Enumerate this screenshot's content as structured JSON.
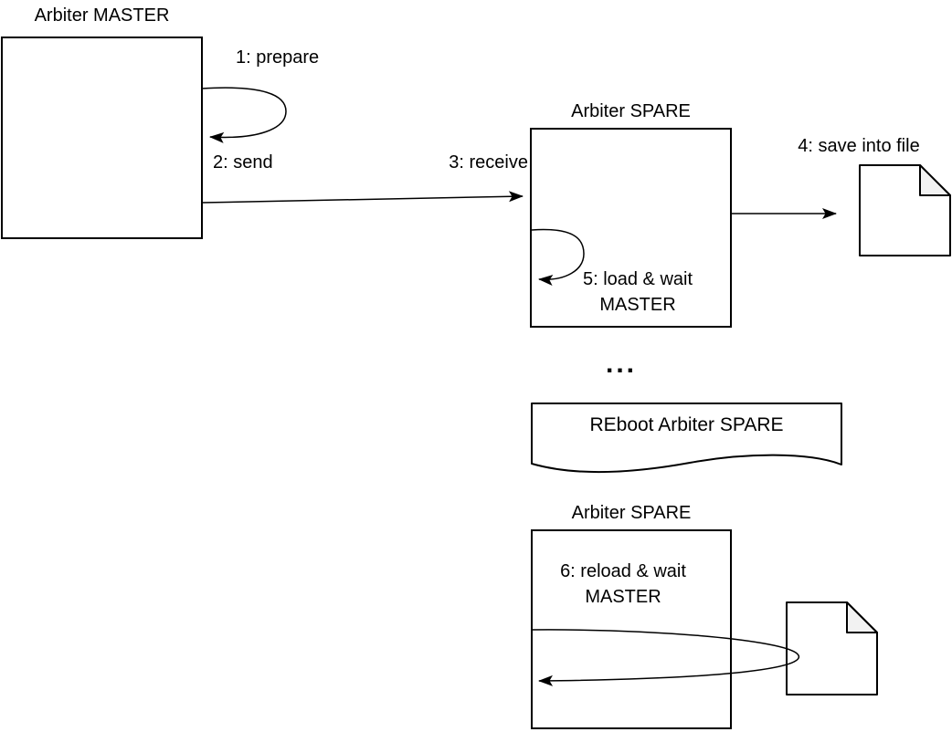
{
  "diagram": {
    "background_color": "#ffffff",
    "stroke_color": "#000000",
    "note_fold_color": "#f2f2f2",
    "nodes": {
      "master": {
        "title": "Arbiter MASTER"
      },
      "spare_top": {
        "title": "Arbiter SPARE"
      },
      "reboot_note": {
        "label": "REboot Arbiter SPARE"
      },
      "spare_bottom": {
        "title": "Arbiter SPARE"
      },
      "file_top": {
        "icon": "document-icon"
      },
      "file_bottom": {
        "icon": "document-icon"
      }
    },
    "edges": {
      "prepare": {
        "label": "1: prepare"
      },
      "send": {
        "label": "2: send"
      },
      "receive": {
        "label": "3: receive"
      },
      "save_into_file": {
        "label": "4: save into file"
      },
      "load_wait": {
        "line1": "5: load & wait",
        "line2": "MASTER"
      },
      "reload_wait": {
        "line1": "6: reload & wait",
        "line2": "MASTER"
      }
    },
    "ellipsis": "..."
  }
}
